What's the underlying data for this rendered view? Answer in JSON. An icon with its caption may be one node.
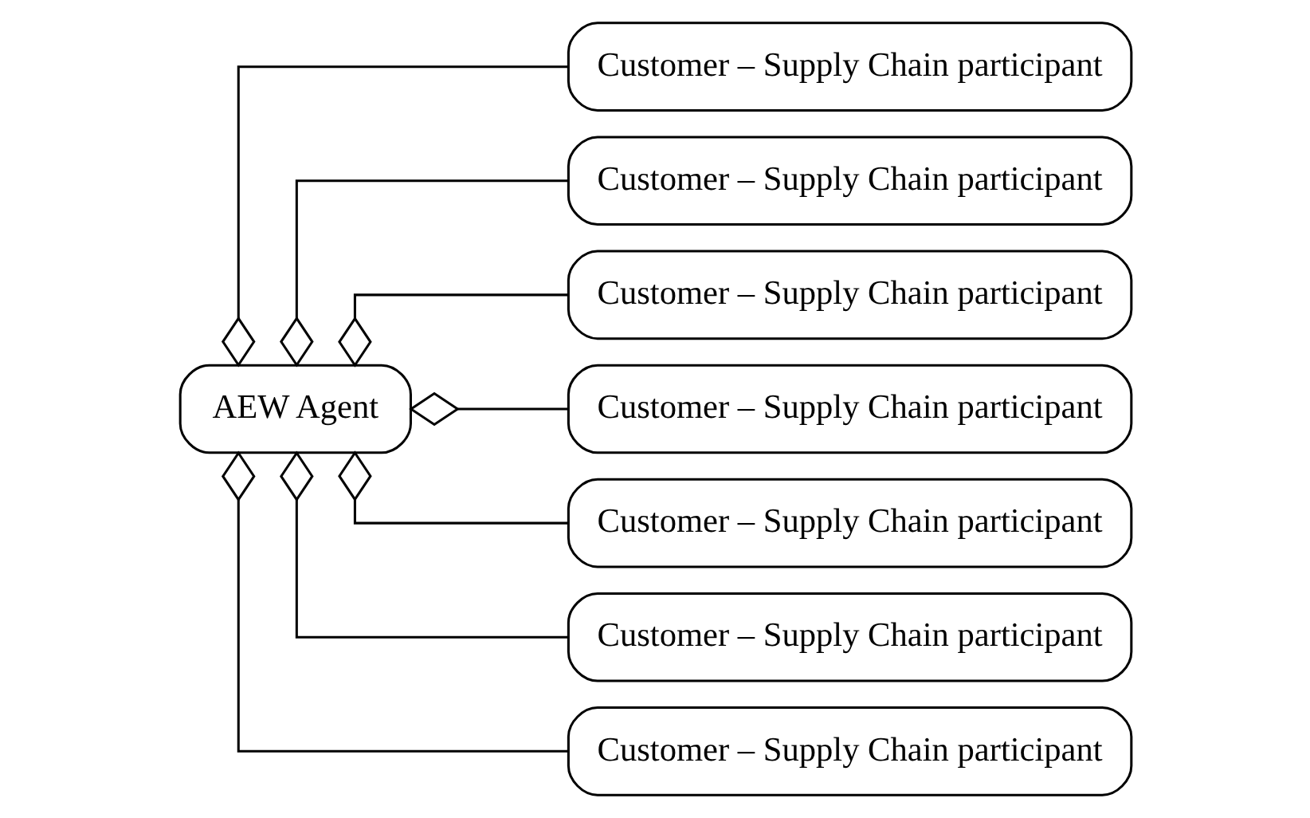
{
  "diagram": {
    "nodes": [
      {
        "text": [
          "AEW Agent"
        ]
      },
      {
        "text": [
          "Customer – Supply Chain participant"
        ]
      },
      {
        "text": [
          "Customer – Supply Chain participant"
        ]
      },
      {
        "text": [
          "Customer – Supply Chain participant"
        ]
      },
      {
        "text": [
          "Customer – Supply Chain participant"
        ]
      },
      {
        "text": [
          "Customer – Supply Chain participant"
        ]
      },
      {
        "text": [
          "Customer – Supply Chain participant"
        ]
      },
      {
        "text": [
          "Customer – Supply Chain participant"
        ]
      }
    ],
    "edges": [
      {
        "from": 0,
        "to": 1,
        "arrow": "other"
      },
      {
        "from": 0,
        "to": 2,
        "arrow": "other"
      },
      {
        "from": 0,
        "to": 3,
        "arrow": "other"
      },
      {
        "from": 0,
        "to": 4,
        "arrow": "other"
      },
      {
        "from": 0,
        "to": 5,
        "arrow": "other"
      },
      {
        "from": 0,
        "to": 6,
        "arrow": "other"
      },
      {
        "from": 0,
        "to": 7,
        "arrow": "other"
      }
    ]
  }
}
